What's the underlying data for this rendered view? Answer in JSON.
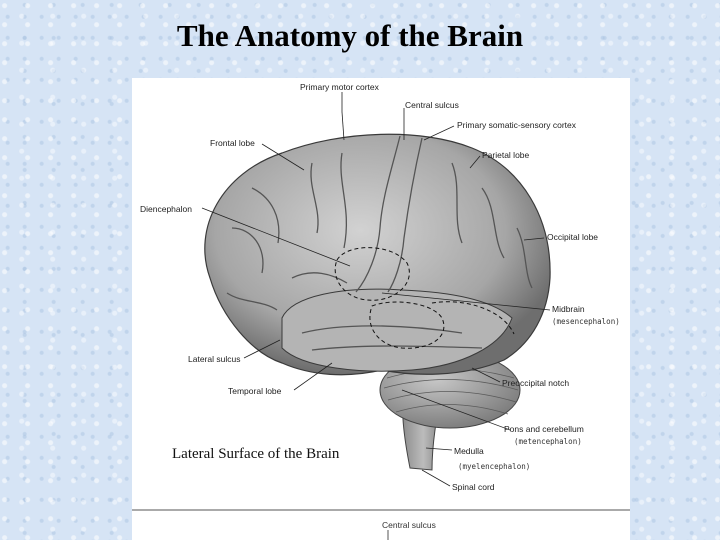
{
  "slide": {
    "title": "The Anatomy of the Brain"
  },
  "figure": {
    "caption": "Lateral Surface of the Brain",
    "labels": {
      "primary_motor_cortex": "Primary motor cortex",
      "central_sulcus": "Central sulcus",
      "primary_somatic_sensory_cortex": "Primary somatic-sensory cortex",
      "frontal_lobe": "Frontal lobe",
      "parietal_lobe": "Parietal lobe",
      "diencephalon": "Diencephalon",
      "occipital_lobe": "Occipital lobe",
      "midbrain": "Midbrain",
      "mesencephalon": "(mesencephalon)",
      "lateral_sulcus": "Lateral sulcus",
      "preoccipital_notch": "Preoccipital notch",
      "temporal_lobe": "Temporal lobe",
      "pons_and_cerebellum": "Pons and cerebellum",
      "metencephalon": "(metencephalon)",
      "medulla": "Medulla",
      "myelencephalon": "(myelencephalon)",
      "spinal_cord": "Spinal cord"
    },
    "bottom_label": "Central sulcus"
  }
}
